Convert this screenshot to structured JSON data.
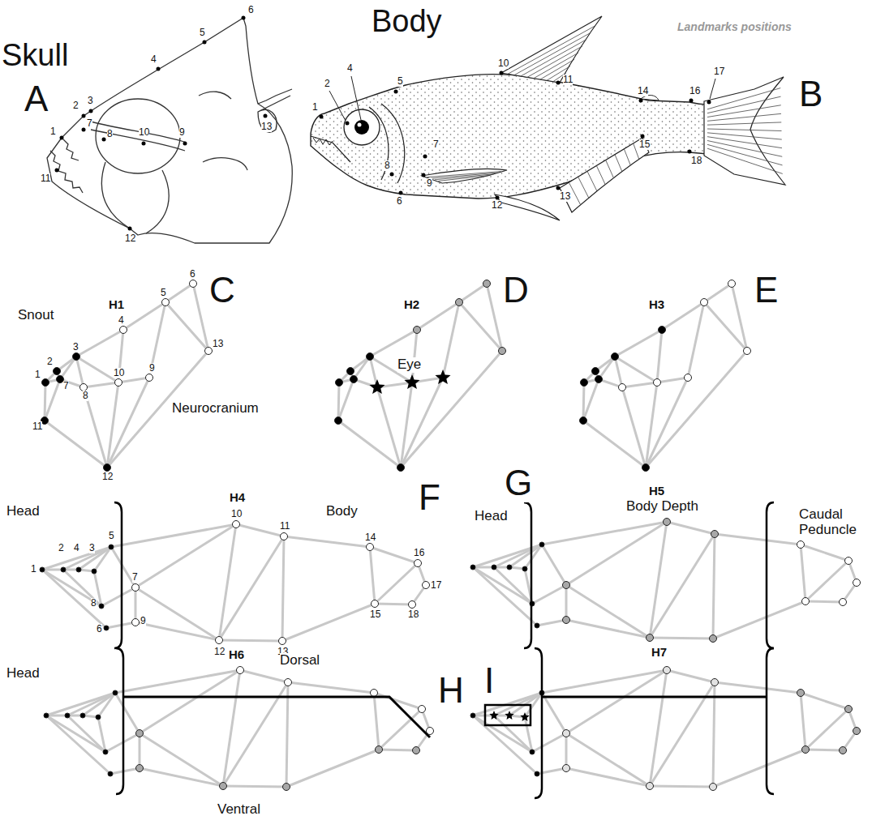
{
  "diagram": {
    "labels": [
      "Skull",
      "A",
      "Body",
      "Landmarks positions",
      "B",
      "1",
      "2",
      "3",
      "4",
      "5",
      "6",
      "7",
      "8",
      "10",
      "9",
      "13",
      "11",
      "12",
      "1",
      "2",
      "4",
      "5",
      "10",
      "11",
      "14",
      "16",
      "17",
      "7",
      "8",
      "9",
      "6",
      "12",
      "13",
      "15",
      "18",
      "H1",
      "C",
      "Snout",
      "Neurocranium",
      "1",
      "2",
      "3",
      "7",
      "8",
      "10",
      "9",
      "4",
      "5",
      "6",
      "13",
      "11",
      "12",
      "H2",
      "D",
      "Eye",
      "H3",
      "E",
      "Head",
      "H4",
      "Body",
      "F",
      "1",
      "2",
      "4",
      "3",
      "5",
      "7",
      "8",
      "6",
      "9",
      "10",
      "11",
      "14",
      "16",
      "17",
      "18",
      "15",
      "12",
      "13",
      "G",
      "Head",
      "H5",
      "Body Depth",
      "Caudal Peduncle",
      "Head",
      "H6",
      "Dorsal",
      "H",
      "Ventral",
      "I",
      "H7"
    ]
  }
}
